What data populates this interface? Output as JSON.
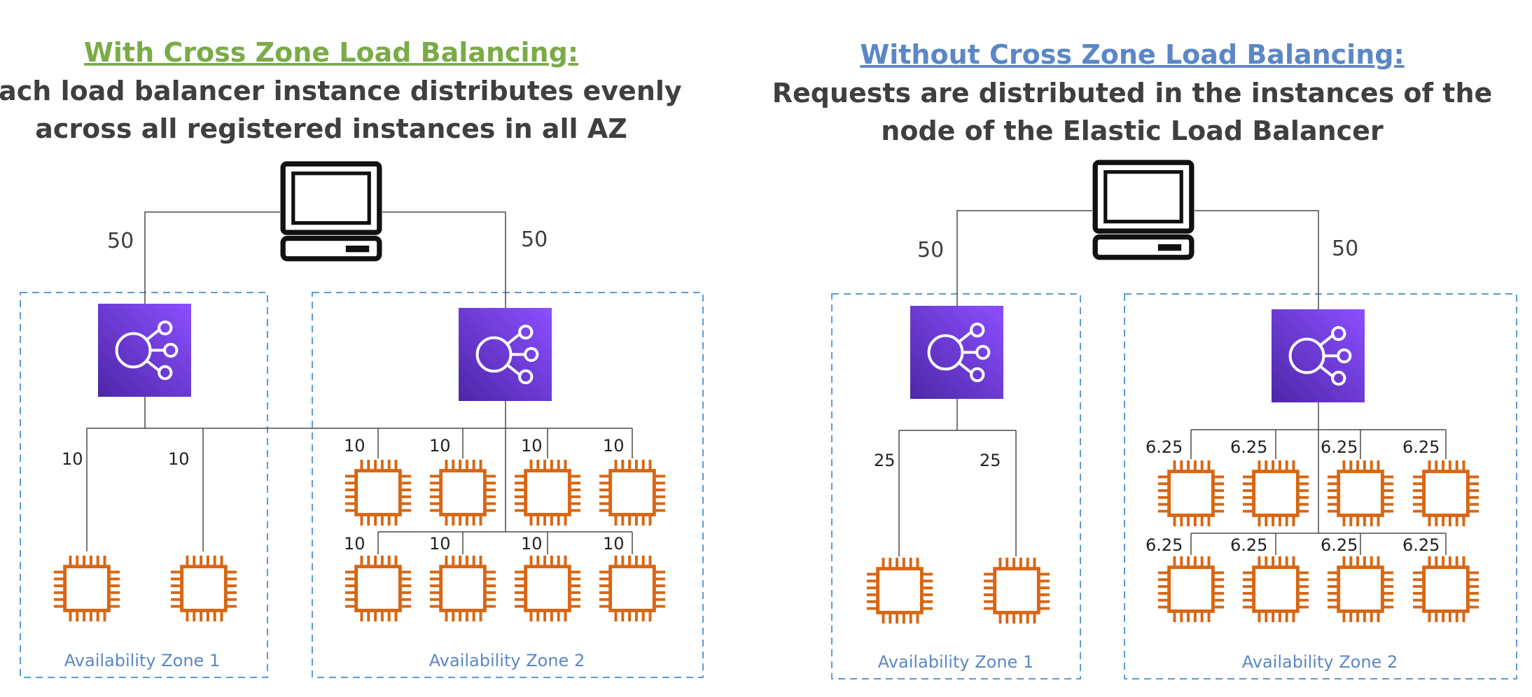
{
  "colors": {
    "left_title": "#7aab48",
    "right_title": "#5b87c6",
    "zone_border": "#5b9bd5",
    "instance": "#d86613",
    "elb_top": "#8c4fff",
    "elb_bottom": "#4d27a8"
  },
  "icons": {
    "client": "desktop-computer-icon",
    "load_balancer": "elastic-load-balancer-icon",
    "instance": "ec2-instance-chip-icon"
  },
  "left": {
    "title": "With Cross Zone Load Balancing:",
    "subtitle_line1": "each load balancer instance distributes evenly",
    "subtitle_line2": "across all registered instances in all AZ",
    "client_to_lb1": "50",
    "client_to_lb2": "50",
    "zone1": {
      "label": "Availability Zone 1",
      "instance_shares": [
        "10",
        "10"
      ]
    },
    "zone2": {
      "label": "Availability Zone 2",
      "row1_shares": [
        "10",
        "10",
        "10",
        "10"
      ],
      "row2_shares": [
        "10",
        "10",
        "10",
        "10"
      ]
    }
  },
  "right": {
    "title": "Without Cross Zone Load Balancing:",
    "subtitle_line1": "Requests are distributed in the instances of the",
    "subtitle_line2": "node of the Elastic Load Balancer",
    "client_to_lb1": "50",
    "client_to_lb2": "50",
    "zone1": {
      "label": "Availability Zone 1",
      "instance_shares": [
        "25",
        "25"
      ]
    },
    "zone2": {
      "label": "Availability Zone 2",
      "row1_shares": [
        "6.25",
        "6.25",
        "6.25",
        "6.25"
      ],
      "row2_shares": [
        "6.25",
        "6.25",
        "6.25",
        "6.25"
      ]
    }
  }
}
